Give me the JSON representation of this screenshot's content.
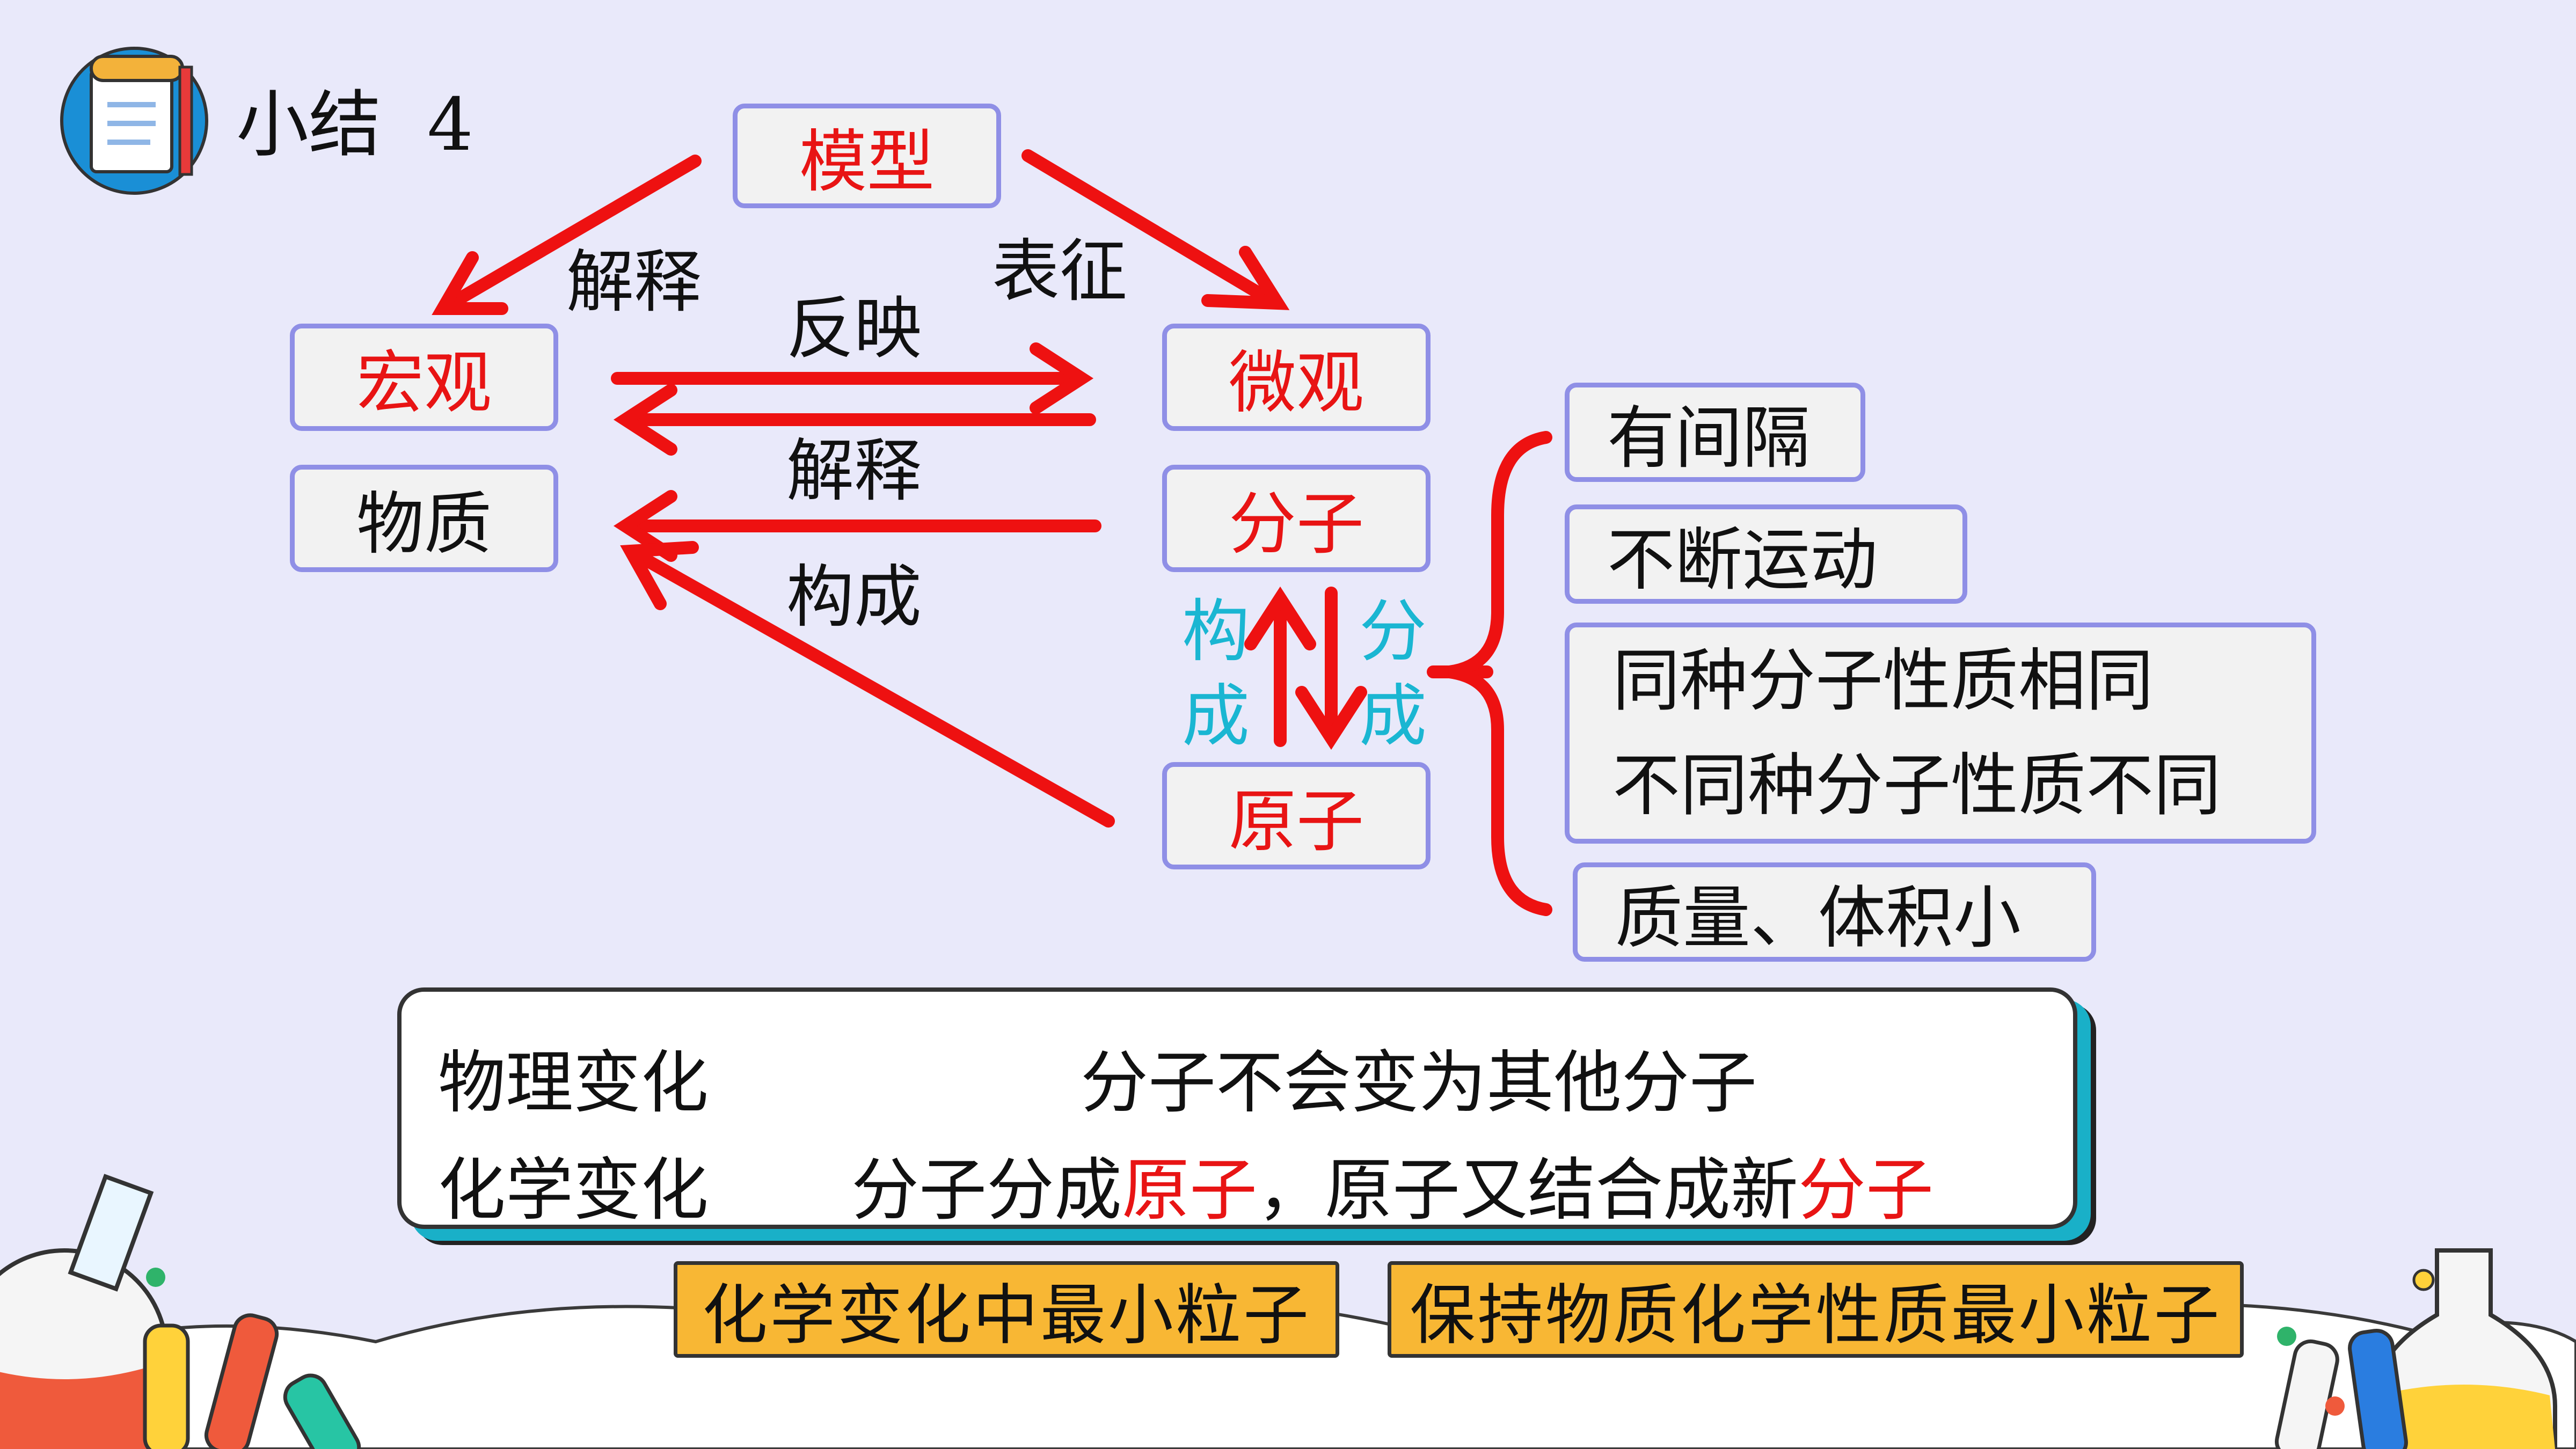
{
  "header": {
    "title": "小结  4"
  },
  "nodes": {
    "model": "模型",
    "macro": "宏观",
    "micro": "微观",
    "substance": "物质",
    "molecule": "分子",
    "atom": "原子"
  },
  "edge_labels": {
    "explain_top": "解释",
    "represent": "表征",
    "reflect": "反映",
    "explain_mid": "解释",
    "compose": "构成",
    "compose_vertical": "构成",
    "divide_vertical": "分成"
  },
  "properties": {
    "interval": "有间隔",
    "motion": "不断运动",
    "same_line1": "同种分子性质相同",
    "same_line2": "不同种分子性质不同",
    "small": "质量、体积小"
  },
  "changes": {
    "physical_label": "物理变化",
    "physical_desc": "分子不会变为其他分子",
    "chemical_label": "化学变化",
    "chemical_desc_1": "分子分成",
    "chemical_desc_atom": "原子",
    "chemical_desc_2": "，原子又结合成新",
    "chemical_desc_molecule": "分子"
  },
  "tags": {
    "atom_def": "化学变化中最小粒子",
    "molecule_def": "保持物质化学性质最小粒子"
  },
  "colors": {
    "accent_red": "#e81414",
    "box_border": "#8f8fe6",
    "cyan": "#1ab6d2",
    "tag_bg": "#f8b734",
    "background": "#e9e9fa"
  }
}
